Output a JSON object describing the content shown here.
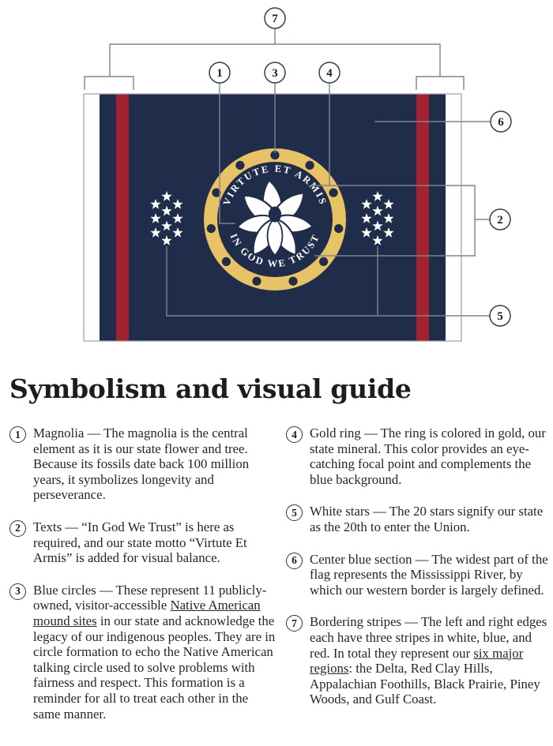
{
  "diagram": {
    "callouts": {
      "c1": "1",
      "c2": "2",
      "c3": "3",
      "c4": "4",
      "c5": "5",
      "c6": "6",
      "c7": "7"
    },
    "flag": {
      "motto_top": "VIRTUTE ET ARMIS",
      "motto_bottom": "IN GOD WE TRUST",
      "star_count": 20,
      "ring_dot_count": 11,
      "colors": {
        "navy": "#1f2c4a",
        "red": "#a22230",
        "gold": "#e8c365",
        "stars_white": "#ffffff"
      }
    }
  },
  "guide": {
    "heading": "Symbolism and visual guide",
    "left": [
      {
        "num": "1",
        "before": "Magnolia — The magnolia is the central element as it is our state flower and tree. Because its fossils date back 100 million years, it symbolizes longevity and perseverance."
      },
      {
        "num": "2",
        "before": "Texts — “In God We Trust” is here as required, and our state motto “Virtute Et Armis” is added for visual balance."
      },
      {
        "num": "3",
        "before": "Blue circles — These represent 11 publicly-owned, visitor-accessible ",
        "link": "Native American mound sites",
        "after": " in our state and acknowledge the legacy of our indigenous peoples. They are in circle formation to echo the Native American talking circle used to solve problems with fairness and respect. This formation is a reminder for all to treat each other in the same manner."
      }
    ],
    "right": [
      {
        "num": "4",
        "before": "Gold ring — The ring is colored in gold, our state mineral. This color provides an eye-catching focal point and complements the blue background."
      },
      {
        "num": "5",
        "before": "White stars — The 20 stars signify our state as the 20th to enter the Union."
      },
      {
        "num": "6",
        "before": "Center blue section — The widest part of the flag represents the Mississippi River, by which our western border is largely defined."
      },
      {
        "num": "7",
        "before": "Bordering stripes — The left and right edges each have three stripes in white, blue, and red. In total they represent our ",
        "link": "six major regions",
        "after": ": the Delta, Red Clay Hills, Appalachian Foothills, Black Prairie, Piney Woods, and Gulf Coast."
      }
    ]
  }
}
